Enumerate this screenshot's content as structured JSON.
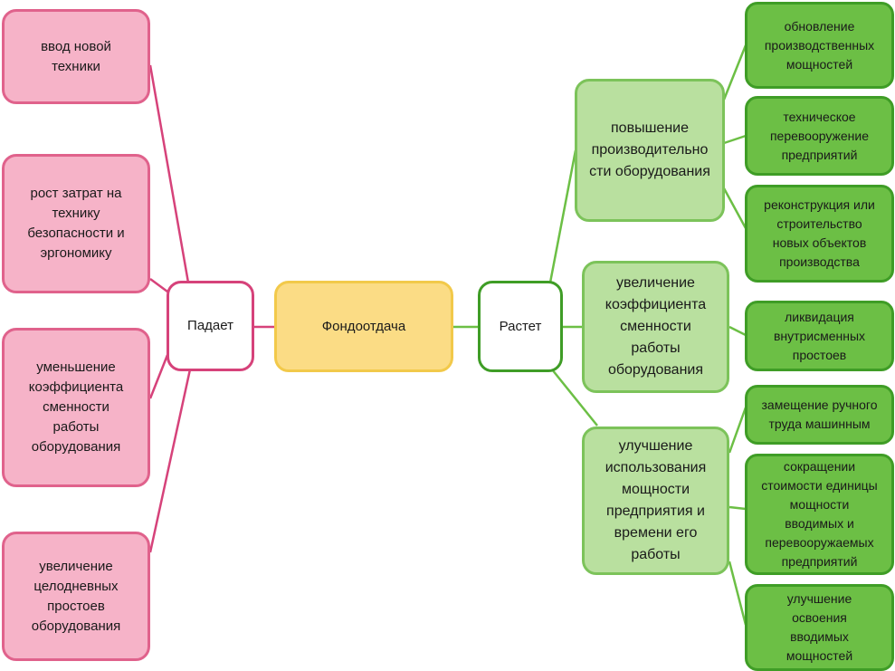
{
  "center": {
    "label": "Фондоотдача"
  },
  "left_hub": {
    "label": "Падает"
  },
  "right_hub": {
    "label": "Растет"
  },
  "left_factors": [
    {
      "label": "ввод новой\nтехники"
    },
    {
      "label": "рост затрат на\nтехнику\nбезопасности и\nэргономику"
    },
    {
      "label": "уменьшение\nкоэффициента\nсменности\nработы\nоборудования"
    },
    {
      "label": "увеличение\nцелодневных\nпростоев\nоборудования"
    }
  ],
  "right_factors": [
    {
      "label": "повышение\nпроизводительно\nсти оборудования",
      "children": [
        {
          "label": "обновление\nпроизводственных\nмощностей"
        },
        {
          "label": "техническое\nперевооружение\nпредприятий"
        },
        {
          "label": "реконструкция или\nстроительство\nновых объектов\nпроизводства"
        }
      ]
    },
    {
      "label": "увеличение\nкоэффициента\nсменности\nработы\nоборудования",
      "children": [
        {
          "label": "ликвидация\nвнутрисменных\nпростоев"
        }
      ]
    },
    {
      "label": "улучшение\nиспользования\nмощности\nпредприятия и\nвремени его\nработы",
      "children": [
        {
          "label": "замещение ручного\nтруда машинным"
        },
        {
          "label": "сокращении\nстоимости единицы\nмощности\nвводимых и\nперевооружаемых\nпредприятий"
        },
        {
          "label": "улучшение\nосвоения\nвводимых\nмощностей"
        }
      ]
    }
  ],
  "colors": {
    "negative": "#e0628c",
    "positive": "#3f9d26",
    "center": "#fbdc85"
  }
}
